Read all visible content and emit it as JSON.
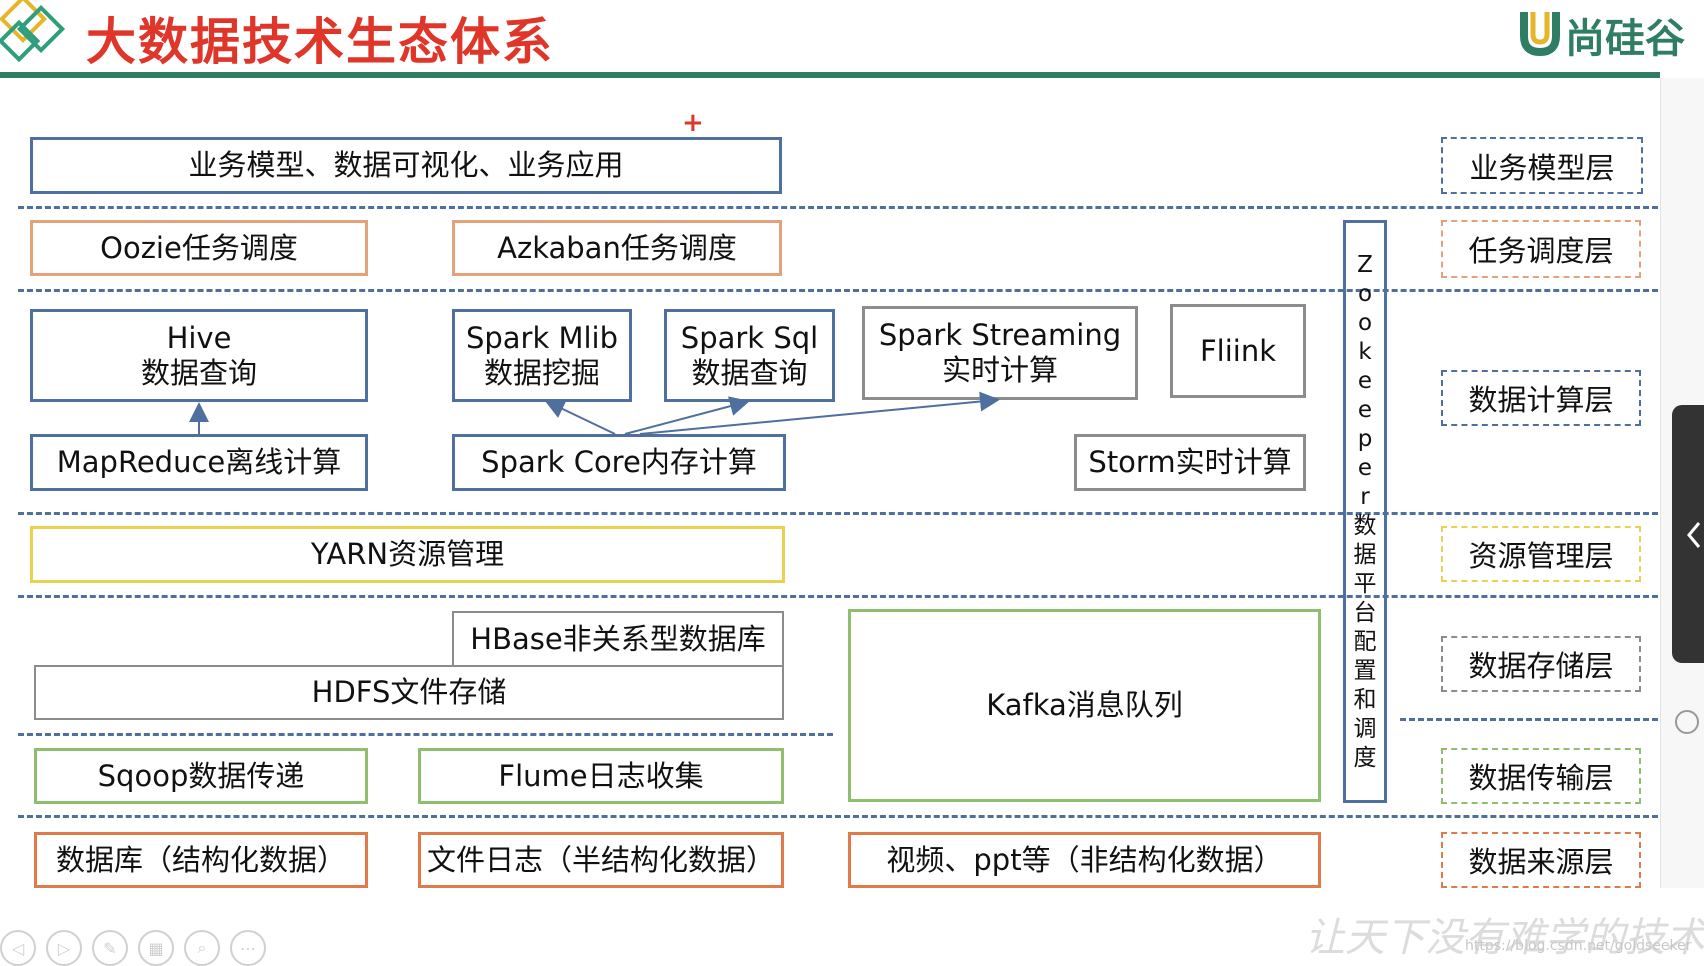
{
  "header": {
    "title": "大数据技术生态体系",
    "logo_text": "尚硅谷"
  },
  "main": {
    "business": "业务模型、数据可视化、业务应用",
    "scheduling": [
      "Oozie任务调度",
      "Azkaban任务调度"
    ],
    "compute": {
      "hive": [
        "Hive",
        "数据查询"
      ],
      "spark_mlib": [
        "Spark Mlib",
        "数据挖掘"
      ],
      "spark_sql": [
        "Spark Sql",
        "数据查询"
      ],
      "spark_streaming": [
        "Spark Streaming",
        "实时计算"
      ],
      "flink": "Fliink",
      "mapreduce": "MapReduce离线计算",
      "spark_core": "Spark Core内存计算",
      "storm": "Storm实时计算"
    },
    "resource": "YARN资源管理",
    "storage": {
      "hbase": "HBase非关系型数据库",
      "hdfs": "HDFS文件存储",
      "kafka": "Kafka消息队列"
    },
    "transport": [
      "Sqoop数据传递",
      "Flume日志收集"
    ],
    "sources": [
      "数据库（结构化数据）",
      "文件日志（半结构化数据）",
      "视频、ppt等（非结构化数据）"
    ],
    "zookeeper": [
      "Z",
      "o",
      "o",
      "k",
      "e",
      "e",
      "p",
      "e",
      "r",
      "数",
      "据",
      "平",
      "台",
      "配",
      "置",
      "和",
      "调",
      "度"
    ]
  },
  "layers": [
    "业务模型层",
    "任务调度层",
    "数据计算层",
    "资源管理层",
    "数据存储层",
    "数据传输层",
    "数据来源层"
  ],
  "footer": {
    "watermark": "让天下没有难学的技术",
    "url": "https://blog.csdn.net/goldseeker"
  },
  "colors": {
    "title_red": "#e0362a",
    "brand_green": "#2f7d62",
    "box_blue": "#4f6f9e",
    "box_orange": "#e4a27a",
    "box_yellow": "#e8d24e",
    "box_green": "#8fbf6e",
    "box_red": "#e07a4a",
    "box_gray": "#8c8c8c"
  }
}
